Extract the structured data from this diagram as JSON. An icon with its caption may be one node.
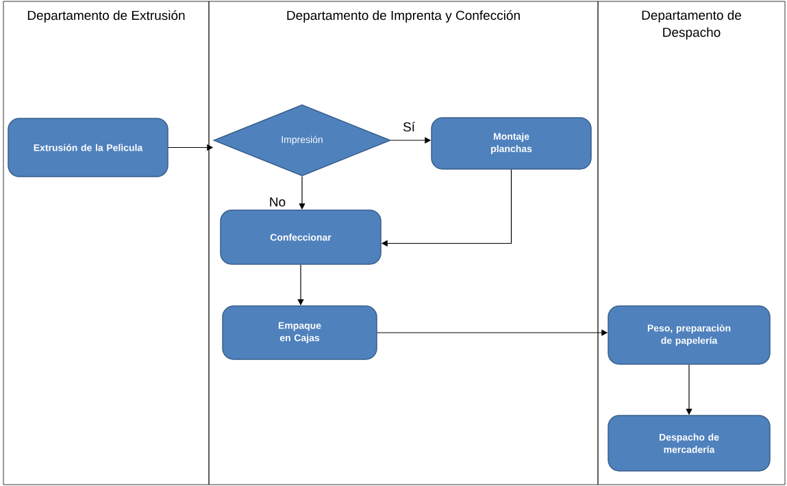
{
  "diagram": {
    "nodes": [
      {
        "text": [
          "Departamento de Extrusión"
        ]
      },
      {
        "text": [
          "Departamento de Imprenta y Confección"
        ]
      },
      {
        "text": [
          "Departamento de Despacho"
        ]
      },
      {
        "text": [
          "Extrusión de la Pelìcula"
        ],
        "in": 0
      },
      {
        "text": [
          "Impresión"
        ],
        "in": 1
      },
      {
        "text": [
          "Montaje planchas"
        ],
        "in": 1
      },
      {
        "text": [
          "Confeccionar"
        ],
        "in": 1
      },
      {
        "text": [
          "Empaque en Cajas"
        ],
        "in": 1
      },
      {
        "text": [
          "Peso, preparaciòn de papelería"
        ],
        "in": 2
      },
      {
        "text": [
          "Despacho de mercadería"
        ],
        "in": 2
      }
    ],
    "edges": [
      {
        "from": 3,
        "to": 4,
        "arrow": "to"
      },
      {
        "from": 4,
        "to": 5,
        "arrow": "to",
        "label": "Sí"
      },
      {
        "from": 4,
        "to": 6,
        "arrow": "to",
        "label": "No"
      },
      {
        "from": 5,
        "to": 6,
        "arrow": "to"
      },
      {
        "from": 6,
        "to": 7,
        "arrow": "to"
      },
      {
        "from": 7,
        "to": 8,
        "arrow": "to"
      },
      {
        "from": 8,
        "to": 9,
        "arrow": "to"
      }
    ]
  }
}
